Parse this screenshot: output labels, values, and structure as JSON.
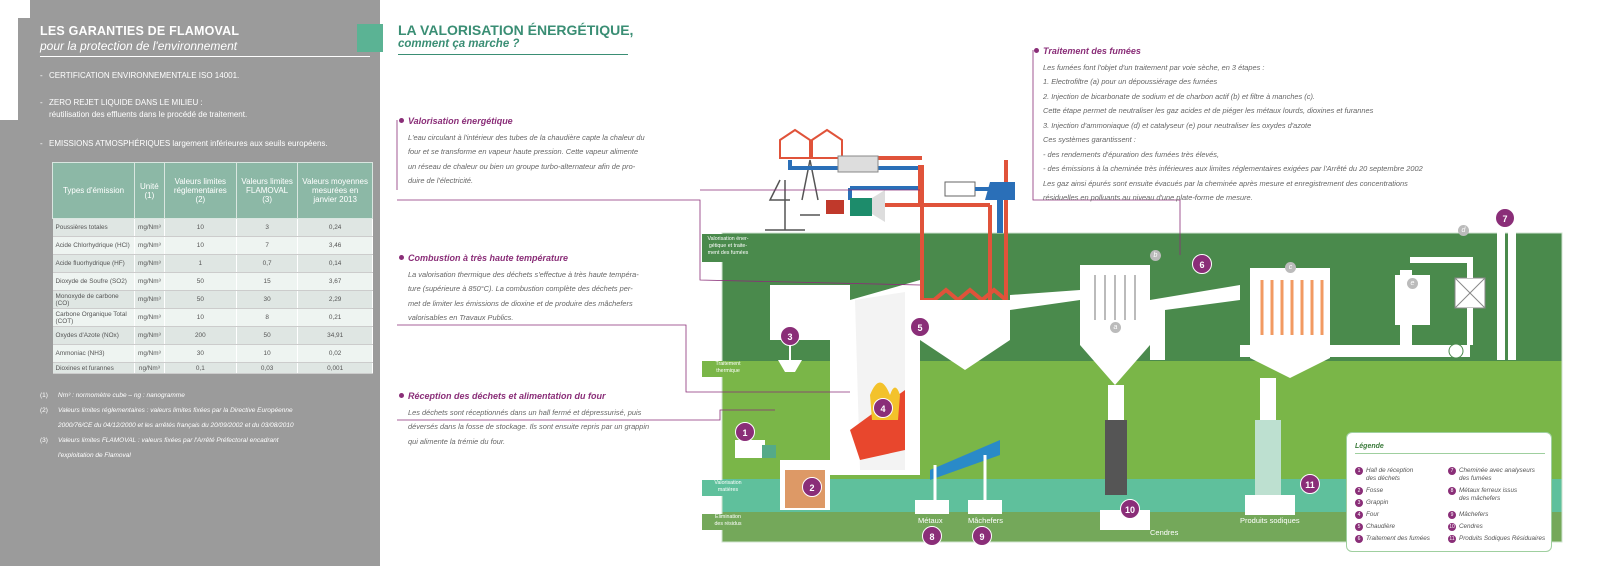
{
  "left": {
    "title": "LES GARANTIES DE FLAMOVAL",
    "subtitle": "pour la protection de l'environnement",
    "bullets": [
      {
        "dash": "-",
        "text": "CERTIFICATION ENVIRONNEMENTALE ISO 14001."
      },
      {
        "dash": "-",
        "text": "ZERO REJET LIQUIDE DANS LE MILIEU :",
        "sub": "réutilisation des effluents dans le procédé de traitement."
      },
      {
        "dash": "-",
        "text": "EMISSIONS ATMOSPHÉRIQUES largement inférieures aux seuils européens."
      }
    ],
    "table": {
      "headers": [
        "Types d'émission",
        "Unité\n(1)",
        "Valeurs limites réglementaires\n(2)",
        "Valeurs limites FLAMOVAL\n(3)",
        "Valeurs moyennes mesurées en janvier 2013"
      ],
      "rows": [
        [
          "Poussières totales",
          "mg/Nm³",
          "10",
          "3",
          "0,24"
        ],
        [
          "Acide Chlorhydrique (HCl)",
          "mg/Nm³",
          "10",
          "7",
          "3,46"
        ],
        [
          "Acide fluorhydrique (HF)",
          "mg/Nm³",
          "1",
          "0,7",
          "0,14"
        ],
        [
          "Dioxyde de Soufre (SO2)",
          "mg/Nm³",
          "50",
          "15",
          "3,67"
        ],
        [
          "Monoxyde de carbone (CO)",
          "mg/Nm³",
          "50",
          "30",
          "2,29"
        ],
        [
          "Carbone Organique Total (COT)",
          "mg/Nm³",
          "10",
          "8",
          "0,21"
        ],
        [
          "Oxydes d'Azote (NOx)",
          "mg/Nm³",
          "200",
          "50",
          "34,91"
        ],
        [
          "Ammoniac (NH3)",
          "mg/Nm³",
          "30",
          "10",
          "0,02"
        ],
        [
          "Dioxines et furannes",
          "ng/Nm³",
          "0,1",
          "0,03",
          "0,001"
        ]
      ]
    },
    "footnotes": [
      {
        "n": "(1)",
        "t": "Nm³ : normomètre cube – ng : nanogramme"
      },
      {
        "n": "(2)",
        "t": "Valeurs limites réglementaires : valeurs limites fixées par la Directive Européenne"
      },
      {
        "n": "",
        "t": "2000/76/CE du 04/12/2000 et les arrêtés français du 20/09/2002 et du 03/08/2010"
      },
      {
        "n": "(3)",
        "t": "Valeurs limites FLAMOVAL : valeurs fixées par l'Arrêté Préfectoral encadrant"
      },
      {
        "n": "",
        "t": "l'exploitation de Flamoval"
      }
    ]
  },
  "right": {
    "title": "LA VALORISATION ÉNERGÉTIQUE,",
    "subtitle": "comment ça marche ?",
    "sections": [
      {
        "heading": "Valorisation énergétique",
        "lines": [
          "L'eau circulant à l'intérieur des tubes de la chaudière capte la chaleur du",
          "four et se transforme en vapeur haute pression. Cette vapeur alimente",
          "un réseau de chaleur ou bien un groupe turbo-alternateur afin de pro-",
          "duire de l'électricité."
        ]
      },
      {
        "heading": "Combustion à très haute température",
        "lines": [
          "La valorisation thermique des déchets s'effectue à très haute tempéra-",
          "ture (supérieure à 850°C). La combustion complète des déchets per-",
          "met de limiter les émissions de dioxine et de produire des mâchefers",
          "valorisables en Travaux Publics."
        ]
      },
      {
        "heading": "Réception des déchets et alimentation du four",
        "lines": [
          "Les déchets sont réceptionnés dans un hall fermé et dépressurisé, puis",
          "déversés dans la fosse de stockage. Ils sont ensuite repris par un grappin",
          "qui alimente la trémie du four."
        ]
      },
      {
        "heading": "Traitement des fumées",
        "lines": [
          "Les fumées font l'objet d'un traitement  par voie sèche, en 3 étapes :",
          "1.  Electrofiltre  (a)  pour un dépoussiérage des fumées",
          "2.  Injection de bicarbonate de sodium et de charbon actif  (b)  et filtre à manches  (c).",
          "     Cette étape permet de neutraliser les gaz acides et de piéger les métaux lourds, dioxines et furannes",
          "3.  Injection d'ammoniaque  (d)  et catalyseur  (e)  pour neutraliser les oxydes d'azote",
          "Ces systèmes garantissent :",
          "-   des rendements d'épuration des fumées très élevés,",
          "-   des émissions à la cheminée très inférieures aux limites réglementaires exigées par l'Arrêté du 20 septembre 2002",
          "Les gaz ainsi épurés sont ensuite évacués par la cheminée après mesure et enregistrement des concentrations",
          "résiduelles en polluants au niveau d'une plate-forme de mesure."
        ]
      }
    ],
    "zones": [
      "Valorisation éner-\ngétique et traite-\nment des fumées",
      "Traitement\nthermique",
      "Valorisation\nmatières",
      "Elimination\ndes résidus"
    ],
    "numbers": [
      "1",
      "2",
      "3",
      "4",
      "5",
      "6",
      "7",
      "8",
      "9",
      "10",
      "11"
    ],
    "letters": [
      "a",
      "b",
      "c",
      "d",
      "e"
    ],
    "bottom_labels": {
      "metaux": "Métaux",
      "machefers": "Mâchefers",
      "cendres": "Cendres",
      "sodiques": "Produits sodiques"
    },
    "legend": {
      "title": "Légende",
      "items": [
        {
          "n": "1",
          "t": "Hall de réception\ndes déchets"
        },
        {
          "n": "2",
          "t": "Fosse"
        },
        {
          "n": "3",
          "t": "Grappin"
        },
        {
          "n": "4",
          "t": "Four"
        },
        {
          "n": "5",
          "t": "Chaudière"
        },
        {
          "n": "6",
          "t": "Traitement des fumées"
        },
        {
          "n": "7",
          "t": "Cheminée avec analyseurs\ndes fumées"
        },
        {
          "n": "8",
          "t": "Métaux ferreux issus\ndes mâchefers"
        },
        {
          "n": "9",
          "t": "Mâchefers"
        },
        {
          "n": "10",
          "t": "Cendres"
        },
        {
          "n": "11",
          "t": "Produits Sodiques Résiduaires"
        }
      ]
    },
    "colors": {
      "dark_green": "#4a8a4c",
      "mid_green": "#7ab648",
      "teal": "#5fc09c",
      "purple": "#8a2e78",
      "red": "#e0533a",
      "blue": "#1e7ec8"
    }
  }
}
